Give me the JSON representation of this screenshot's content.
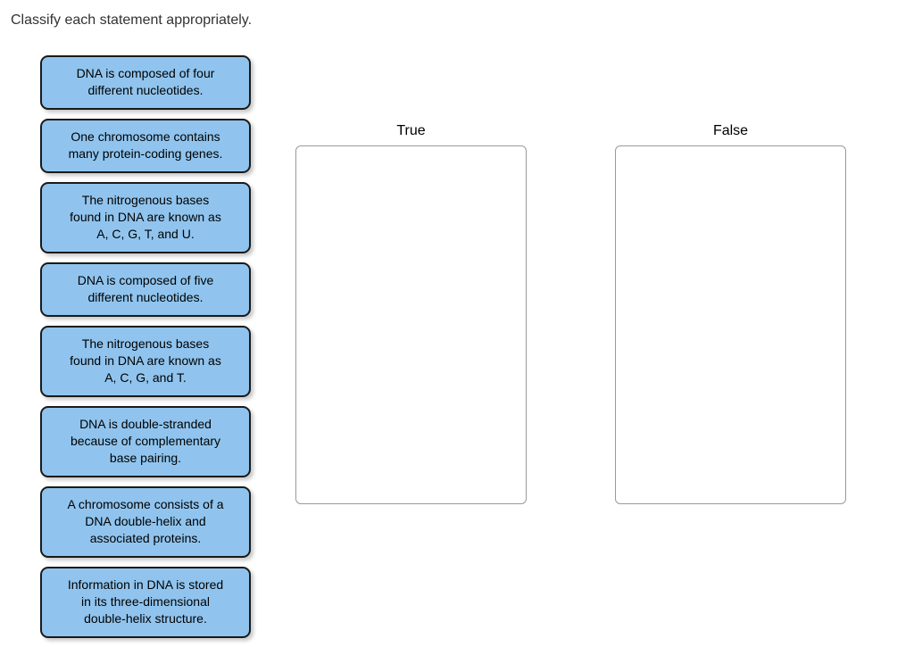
{
  "prompt": "Classify each statement appropriately.",
  "colors": {
    "card_fill": "#90C4EE",
    "card_border": "#1a1a1a",
    "dropzone_border": "#9a9a9a",
    "page_background": "#ffffff",
    "prompt_text": "#333333"
  },
  "cards": [
    {
      "id": "card-1",
      "text": "DNA is composed of four different nucleotides.",
      "lines": [
        "DNA is composed of four",
        "different nucleotides."
      ]
    },
    {
      "id": "card-2",
      "text": "One chromosome contains many protein-coding genes.",
      "lines": [
        "One chromosome contains",
        "many protein-coding genes."
      ]
    },
    {
      "id": "card-3",
      "text": "The nitrogenous bases found in DNA are known as A, C, G, T, and U.",
      "lines": [
        "The nitrogenous bases",
        "found in DNA are known as",
        "A, C, G, T, and U."
      ]
    },
    {
      "id": "card-4",
      "text": "DNA is composed of five different nucleotides.",
      "lines": [
        "DNA is composed of five",
        "different nucleotides."
      ]
    },
    {
      "id": "card-5",
      "text": "The nitrogenous bases found in DNA are known as A, C, G, and T.",
      "lines": [
        "The nitrogenous bases",
        "found in DNA are known as",
        "A, C, G, and T."
      ]
    },
    {
      "id": "card-6",
      "text": "DNA is double-stranded because of complementary base pairing.",
      "lines": [
        "DNA is double-stranded",
        "because of complementary",
        "base pairing."
      ]
    },
    {
      "id": "card-7",
      "text": "A chromosome consists of a DNA double-helix and associated proteins.",
      "lines": [
        "A chromosome consists of a",
        "DNA double-helix and",
        "associated proteins."
      ]
    },
    {
      "id": "card-8",
      "text": "Information in DNA is stored in its three-dimensional double-helix structure.",
      "lines": [
        "Information in DNA is stored",
        "in its three-dimensional",
        "double-helix structure."
      ]
    }
  ],
  "dropzones": [
    {
      "id": "true",
      "label": "True",
      "items": []
    },
    {
      "id": "false",
      "label": "False",
      "items": []
    }
  ]
}
